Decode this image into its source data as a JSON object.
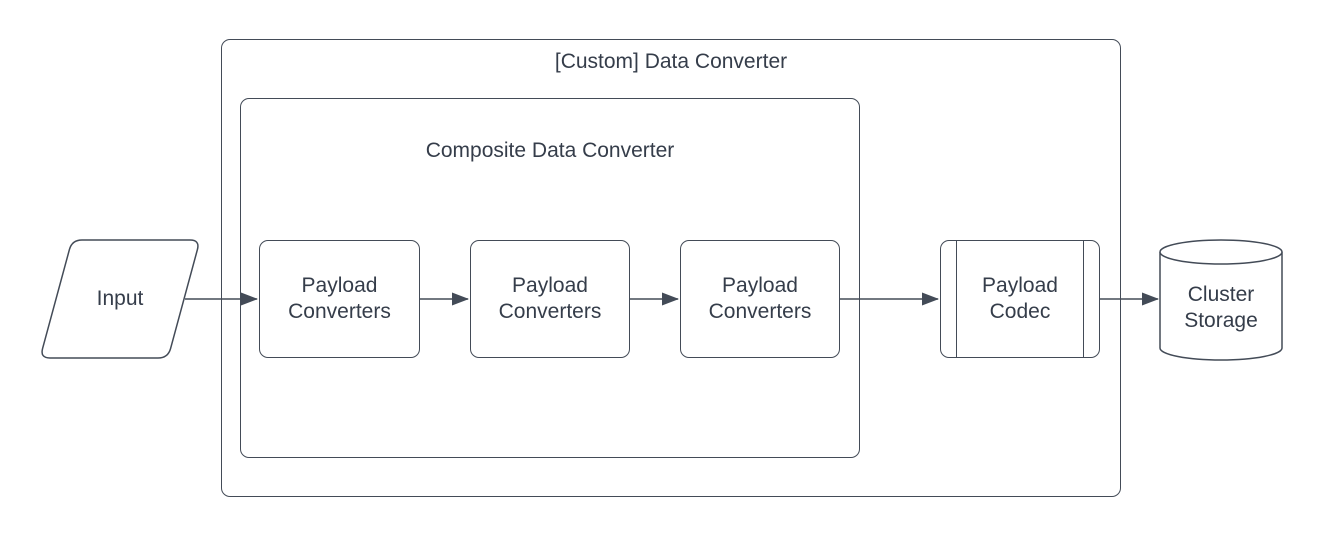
{
  "diagram": {
    "type": "flowchart",
    "colors": {
      "background": "#ffffff",
      "stroke": "#434b57",
      "text": "#353d4a",
      "fill": "#ffffff"
    },
    "containers": [
      {
        "id": "custom-data-converter",
        "label": "[Custom] Data Converter"
      },
      {
        "id": "composite-data-converter",
        "label": "Composite Data Converter"
      }
    ],
    "nodes": [
      {
        "id": "input",
        "label": "Input",
        "shape": "parallelogram"
      },
      {
        "id": "payload-converters-1",
        "label": "Payload Converters",
        "shape": "rounded-rectangle"
      },
      {
        "id": "payload-converters-2",
        "label": "Payload Converters",
        "shape": "rounded-rectangle"
      },
      {
        "id": "payload-converters-3",
        "label": "Payload Converters",
        "shape": "rounded-rectangle"
      },
      {
        "id": "payload-codec",
        "label": "Payload Codec",
        "shape": "predefined-process"
      },
      {
        "id": "cluster-storage",
        "label": "Cluster Storage",
        "shape": "cylinder"
      }
    ],
    "edges": [
      {
        "from": "input",
        "to": "payload-converters-1"
      },
      {
        "from": "payload-converters-1",
        "to": "payload-converters-2"
      },
      {
        "from": "payload-converters-2",
        "to": "payload-converters-3"
      },
      {
        "from": "payload-converters-3",
        "to": "payload-codec"
      },
      {
        "from": "payload-codec",
        "to": "cluster-storage"
      }
    ]
  }
}
